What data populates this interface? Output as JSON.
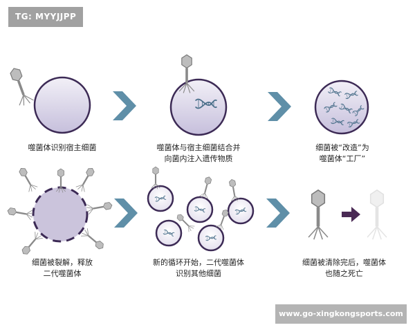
{
  "watermark": {
    "tag": "TG: MYYJJPP",
    "url": "www.go-xingkongsports.com"
  },
  "steps": [
    {
      "id": 1,
      "caption": [
        "噬菌体识别宿主细菌"
      ]
    },
    {
      "id": 2,
      "caption": [
        "噬菌体与宿主细菌结合并",
        "向菌内注入遗传物质"
      ]
    },
    {
      "id": 3,
      "caption": [
        "细菌被“改造”为",
        "噬菌体“工厂”"
      ]
    },
    {
      "id": 4,
      "caption": [
        "细菌被裂解，释放",
        "二代噬菌体"
      ]
    },
    {
      "id": 5,
      "caption": [
        "新的循环开始，二代噬菌体",
        "识别其他细菌"
      ]
    },
    {
      "id": 6,
      "caption": [
        "细菌被清除完后，噬菌体",
        "也随之死亡"
      ]
    }
  ],
  "colors": {
    "cell_border": "#3c2a55",
    "cell_fill": "#cfc8e1",
    "arrow": "#5f8fa8",
    "dark_arrow": "#4a2a55",
    "dna": "#4a6f8a",
    "phage": "#8f8f8f"
  },
  "icons": {
    "arrow": "chevron-right-icon",
    "phage": "bacteriophage-icon",
    "dna": "dna-helix-icon"
  }
}
